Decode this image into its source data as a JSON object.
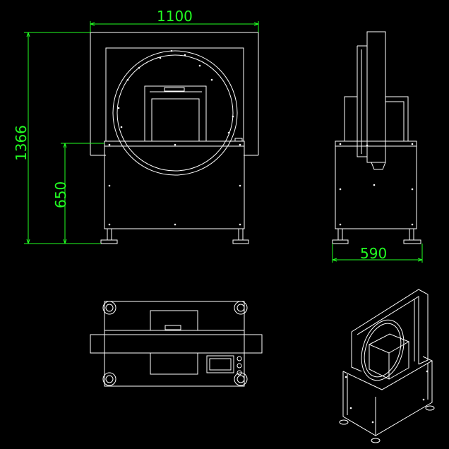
{
  "drawing": {
    "background_color": "#000000",
    "line_color": "#ffffff",
    "dimension_color": "#22ff22"
  },
  "dimensions": {
    "width_label": "1100",
    "height_label": "1366",
    "table_height_label": "650",
    "depth_label": "590"
  }
}
